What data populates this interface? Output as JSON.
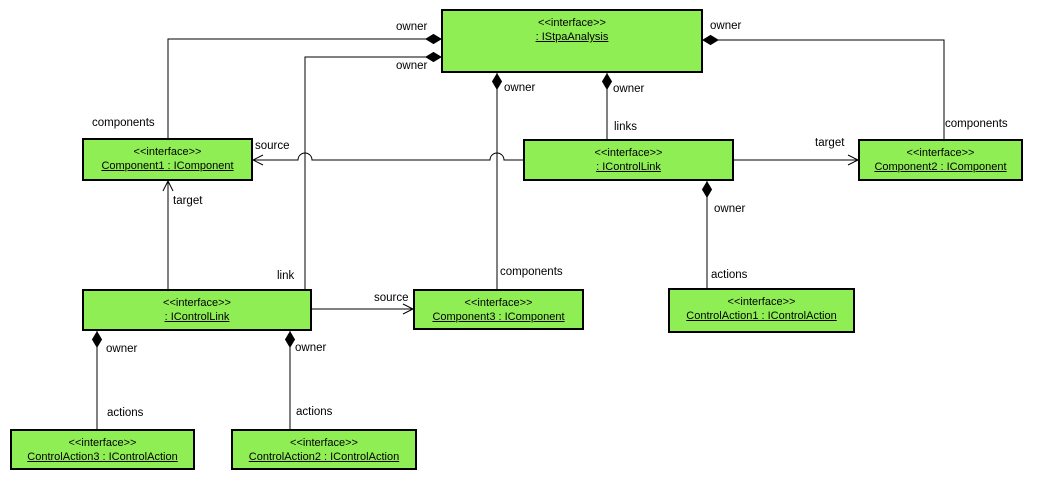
{
  "diagram": {
    "type": "uml-object-diagram",
    "stereotype": "<<interface>>"
  },
  "colors": {
    "node_fill": "#90EE55",
    "node_border": "#000000",
    "edge_line": "#000000",
    "background": "#FFFFFF"
  },
  "nodes": [
    {
      "id": "stpa-analysis",
      "stereotype": "<<interface>>",
      "name": ": IStpaAnalysis"
    },
    {
      "id": "component1",
      "stereotype": "<<interface>>",
      "name": "Component1 : IComponent"
    },
    {
      "id": "controllink-upper",
      "stereotype": "<<interface>>",
      "name": ": IControlLink"
    },
    {
      "id": "component2",
      "stereotype": "<<interface>>",
      "name": "Component2 : IComponent"
    },
    {
      "id": "controllink-lower",
      "stereotype": "<<interface>>",
      "name": ": IControlLink"
    },
    {
      "id": "component3",
      "stereotype": "<<interface>>",
      "name": "Component3 : IComponent"
    },
    {
      "id": "controlaction1",
      "stereotype": "<<interface>>",
      "name": "ControlAction1 : IControlAction"
    },
    {
      "id": "controlaction3",
      "stereotype": "<<interface>>",
      "name": "ControlAction3 : IControlAction"
    },
    {
      "id": "controlaction2",
      "stereotype": "<<interface>>",
      "name": "ControlAction2 : IControlAction"
    }
  ],
  "edges": [
    {
      "from": "stpa-analysis",
      "to": "component1",
      "kind": "composition",
      "owner_label": "owner",
      "role_label": "components"
    },
    {
      "from": "stpa-analysis",
      "to": "controllink-lower",
      "kind": "composition",
      "owner_label": "owner",
      "role_label": "link"
    },
    {
      "from": "stpa-analysis",
      "to": "component2",
      "kind": "composition",
      "owner_label": "owner",
      "role_label": "components"
    },
    {
      "from": "stpa-analysis",
      "to": "component3",
      "kind": "composition",
      "owner_label": "owner",
      "role_label": "components"
    },
    {
      "from": "stpa-analysis",
      "to": "controllink-upper",
      "kind": "composition",
      "owner_label": "owner",
      "role_label": "links"
    },
    {
      "from": "controllink-upper",
      "to": "component1",
      "kind": "directed-association",
      "role_label": "source"
    },
    {
      "from": "controllink-upper",
      "to": "component2",
      "kind": "directed-association",
      "role_label": "target"
    },
    {
      "from": "controllink-upper",
      "to": "controlaction1",
      "kind": "composition",
      "owner_label": "owner",
      "role_label": "actions"
    },
    {
      "from": "controllink-lower",
      "to": "component1",
      "kind": "directed-association",
      "role_label": "target"
    },
    {
      "from": "controllink-lower",
      "to": "component3",
      "kind": "directed-association",
      "role_label": "source"
    },
    {
      "from": "controllink-lower",
      "to": "controlaction3",
      "kind": "composition",
      "owner_label": "owner",
      "role_label": "actions"
    },
    {
      "from": "controllink-lower",
      "to": "controlaction2",
      "kind": "composition",
      "owner_label": "owner",
      "role_label": "actions"
    }
  ]
}
